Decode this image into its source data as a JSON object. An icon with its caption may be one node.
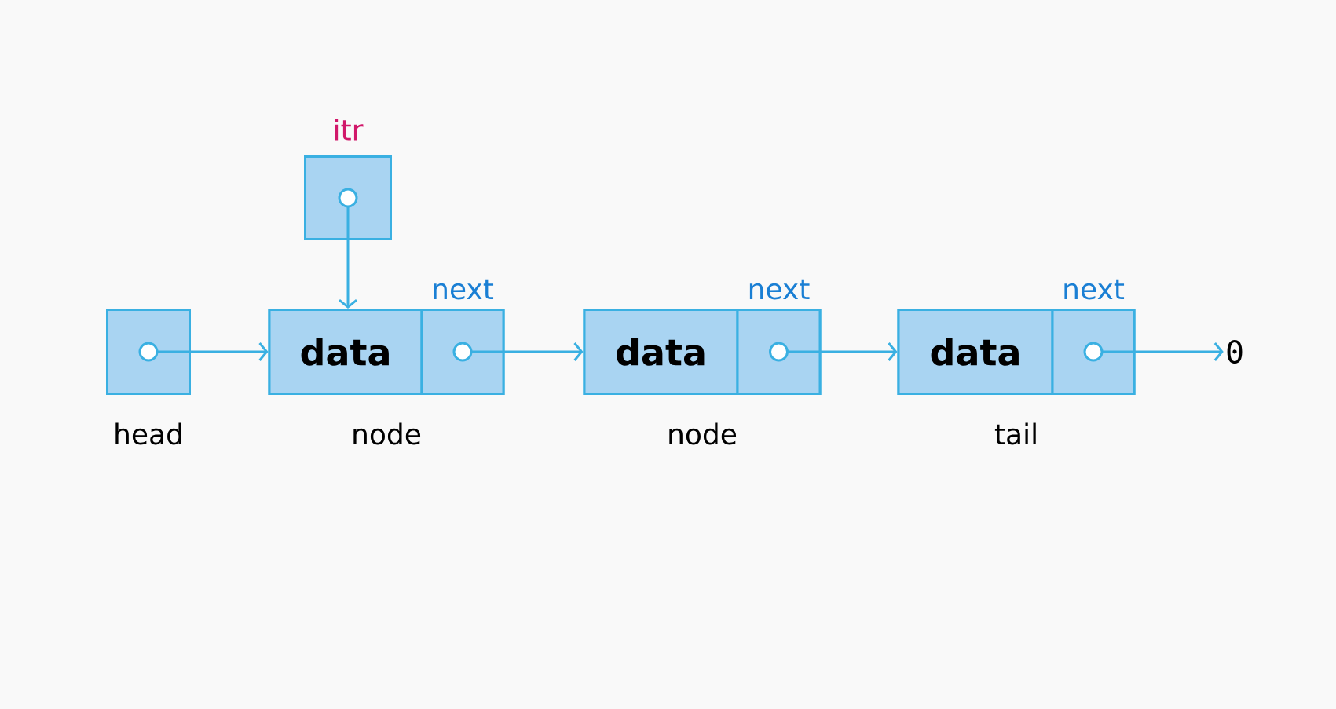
{
  "diagram": {
    "nodes": [
      {
        "text": [
          "itr"
        ]
      },
      {
        "text": [
          "head"
        ]
      },
      {
        "text": [
          "node"
        ]
      },
      {
        "text": [
          "data"
        ],
        "in": 2
      },
      {
        "text": [
          "next"
        ],
        "in": 2
      },
      {
        "text": [
          "node"
        ]
      },
      {
        "text": [
          "data"
        ],
        "in": 5
      },
      {
        "text": [
          "next"
        ],
        "in": 5
      },
      {
        "text": [
          "tail"
        ]
      },
      {
        "text": [
          "data"
        ],
        "in": 8
      },
      {
        "text": [
          "next"
        ],
        "in": 8
      },
      {
        "text": [
          "0"
        ]
      }
    ],
    "edges": [
      {
        "from": 0,
        "to": 3,
        "arrow": "to"
      },
      {
        "from": 1,
        "to": 2,
        "arrow": "to"
      },
      {
        "from": 4,
        "to": 5,
        "arrow": "to"
      },
      {
        "from": 7,
        "to": 8,
        "arrow": "to"
      },
      {
        "from": 10,
        "to": 11,
        "arrow": "to"
      }
    ]
  }
}
